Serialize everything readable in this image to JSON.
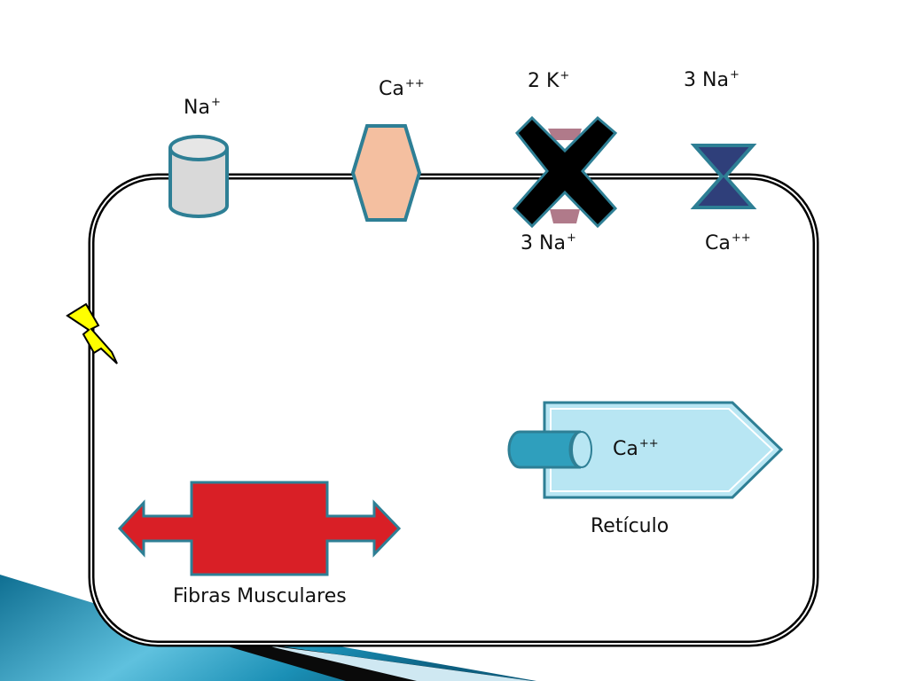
{
  "channels": {
    "sodium_channel": {
      "ion": "Na",
      "charge": "+"
    },
    "calcium_channel": {
      "ion": "Ca",
      "charge": "++"
    },
    "sodium_potassium_pump": {
      "top_count_ion": "2 K",
      "top_charge": "+",
      "bottom_count_ion": "3 Na",
      "bottom_charge": "+"
    },
    "sodium_calcium_exchanger": {
      "top_count_ion": "3 Na",
      "top_charge": "+",
      "bottom_ion": "Ca",
      "bottom_charge": "++"
    }
  },
  "reticulum": {
    "ion": "Ca",
    "charge": "++",
    "label": "Retículo"
  },
  "fibers": {
    "label": "Fibras Musculares"
  },
  "colors": {
    "membrane": "#000000",
    "teal_outline": "#2e7f95",
    "channel_gray": "#d9d9d9",
    "hexagon_peach": "#f4bfa0",
    "pump_cross": "#000000",
    "pump_pink": "#b07a8a",
    "exchanger_navy": "#2f3f7a",
    "reticulum_light": "#b8e6f3",
    "reticulum_tube": "#2f9fbd",
    "fiber_red": "#d91f26",
    "lightning_yellow": "#ffff00",
    "corner_blue": "#1a8fb5"
  },
  "icons": {
    "stimulus": "lightning-bolt-icon"
  }
}
